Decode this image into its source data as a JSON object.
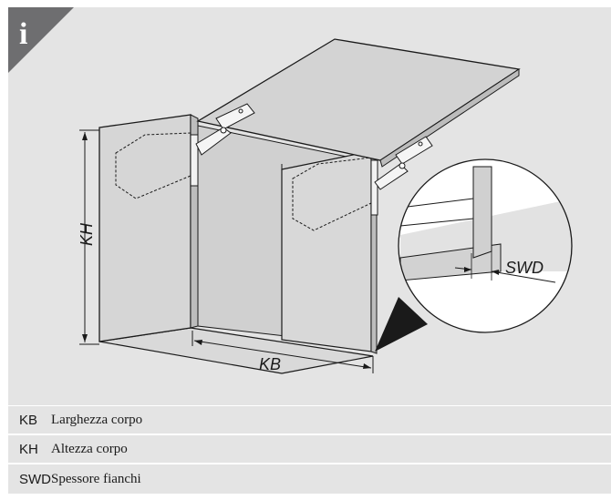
{
  "badge": {
    "letter": "i"
  },
  "diagram": {
    "labels": {
      "kh": "KH",
      "kb": "KB",
      "swd": "SWD"
    }
  },
  "legend": [
    {
      "abbr": "KB",
      "desc": "Larghezza corpo"
    },
    {
      "abbr": "KH",
      "desc": "Altezza corpo"
    },
    {
      "abbr": "SWD",
      "desc": "Spessore fianchi"
    }
  ],
  "colors": {
    "panel": "#e4e4e4",
    "badge": "#6e6e70",
    "line": "#1a1a1a",
    "cabinet": "#d4d4d4"
  }
}
